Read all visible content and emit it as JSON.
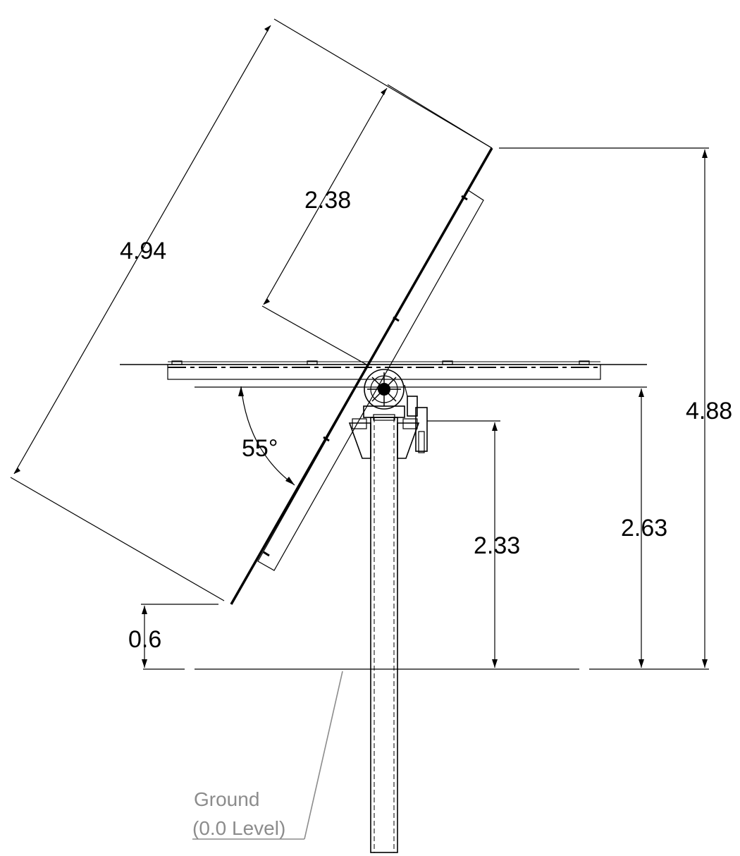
{
  "dimensions": {
    "panel_length": "4.94",
    "half_panel_length": "2.38",
    "total_height": "4.88",
    "pivot_height": "2.63",
    "actuator_height": "2.33",
    "bottom_clearance": "0.6",
    "tilt_angle": "55°"
  },
  "ground_label": {
    "line1": "Ground",
    "line2": "(0.0 Level)"
  }
}
